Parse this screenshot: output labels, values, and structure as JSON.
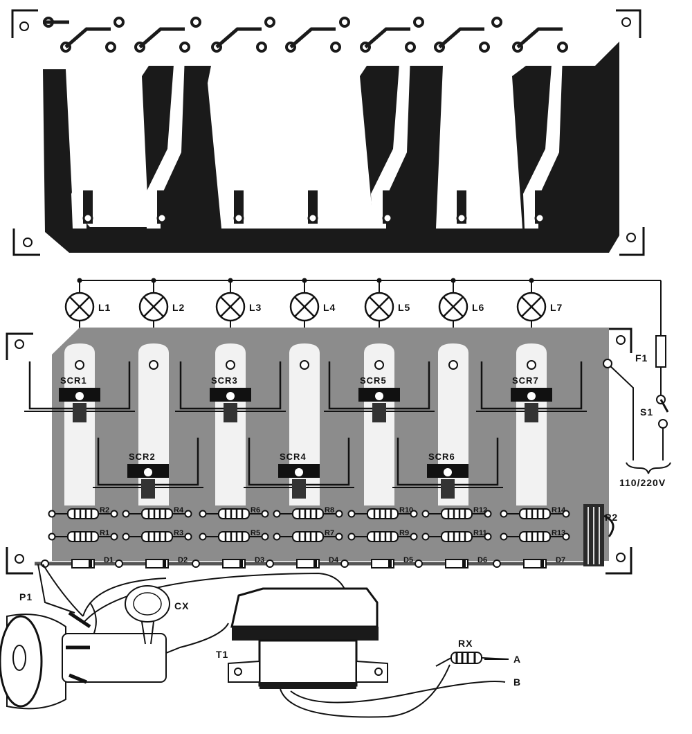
{
  "lamps": [
    "L1",
    "L2",
    "L3",
    "L4",
    "L5",
    "L6",
    "L7"
  ],
  "scrs": [
    "SCR1",
    "SCR2",
    "SCR3",
    "SCR4",
    "SCR5",
    "SCR6",
    "SCR7"
  ],
  "resistors": [
    "R1",
    "R2",
    "R3",
    "R4",
    "R5",
    "R6",
    "R7",
    "R8",
    "R9",
    "R10",
    "R11",
    "R12",
    "R13",
    "R14"
  ],
  "diodes": [
    "D1",
    "D2",
    "D3",
    "D4",
    "D5",
    "D6",
    "D7"
  ],
  "parts": {
    "fuse": "F1",
    "switch": "S1",
    "mains": "110/220V",
    "pot1": "P1",
    "pot2": "P2",
    "capacitor": "CX",
    "transformer": "T1",
    "rx": "RX",
    "terminal_a": "A",
    "terminal_b": "B"
  },
  "colors": {
    "copper": "#1a1a1a",
    "board_shade": "#8c8c8c",
    "ink": "#111111",
    "paper": "#ffffff"
  }
}
